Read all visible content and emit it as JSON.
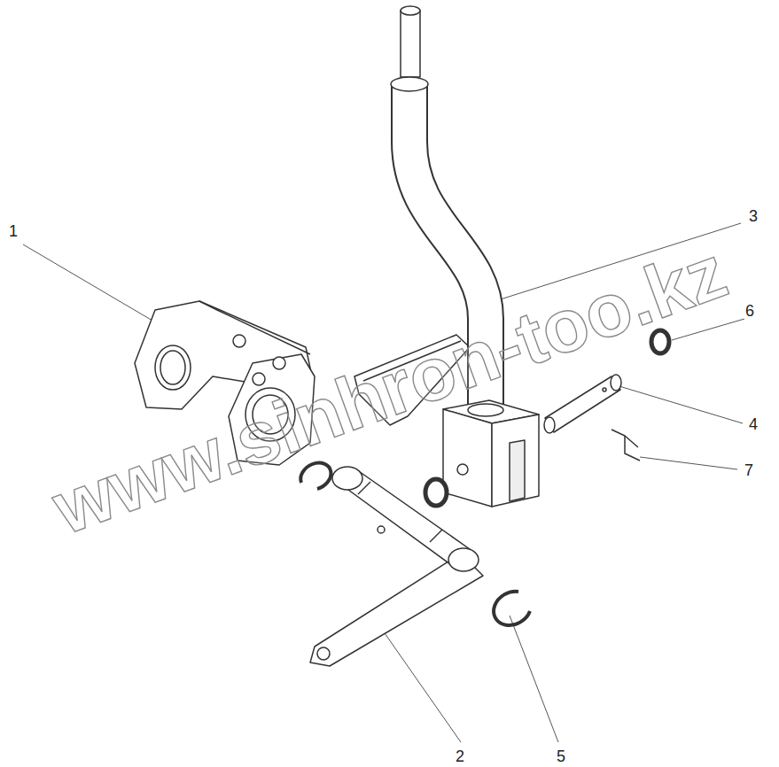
{
  "diagram": {
    "labels": [
      "1",
      "3",
      "6",
      "4",
      "7",
      "2",
      "5",
      "www.sinhron-too.kz"
    ]
  }
}
